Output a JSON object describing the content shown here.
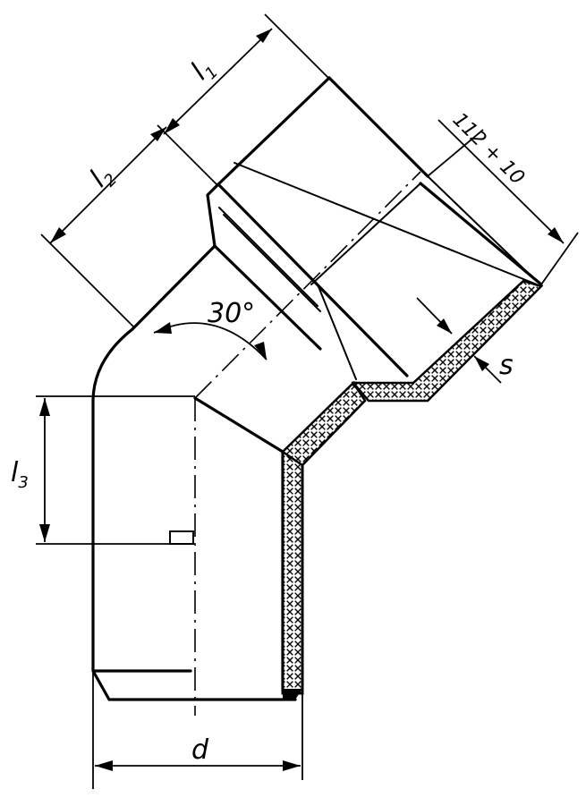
{
  "labels": {
    "l1": {
      "base": "l",
      "sub": "1"
    },
    "l2": {
      "base": "l",
      "sub": "2"
    },
    "l3": {
      "base": "l",
      "sub": "3"
    },
    "d": "d",
    "s": "s",
    "angle": "30°",
    "dim_note": "112 + 10"
  }
}
